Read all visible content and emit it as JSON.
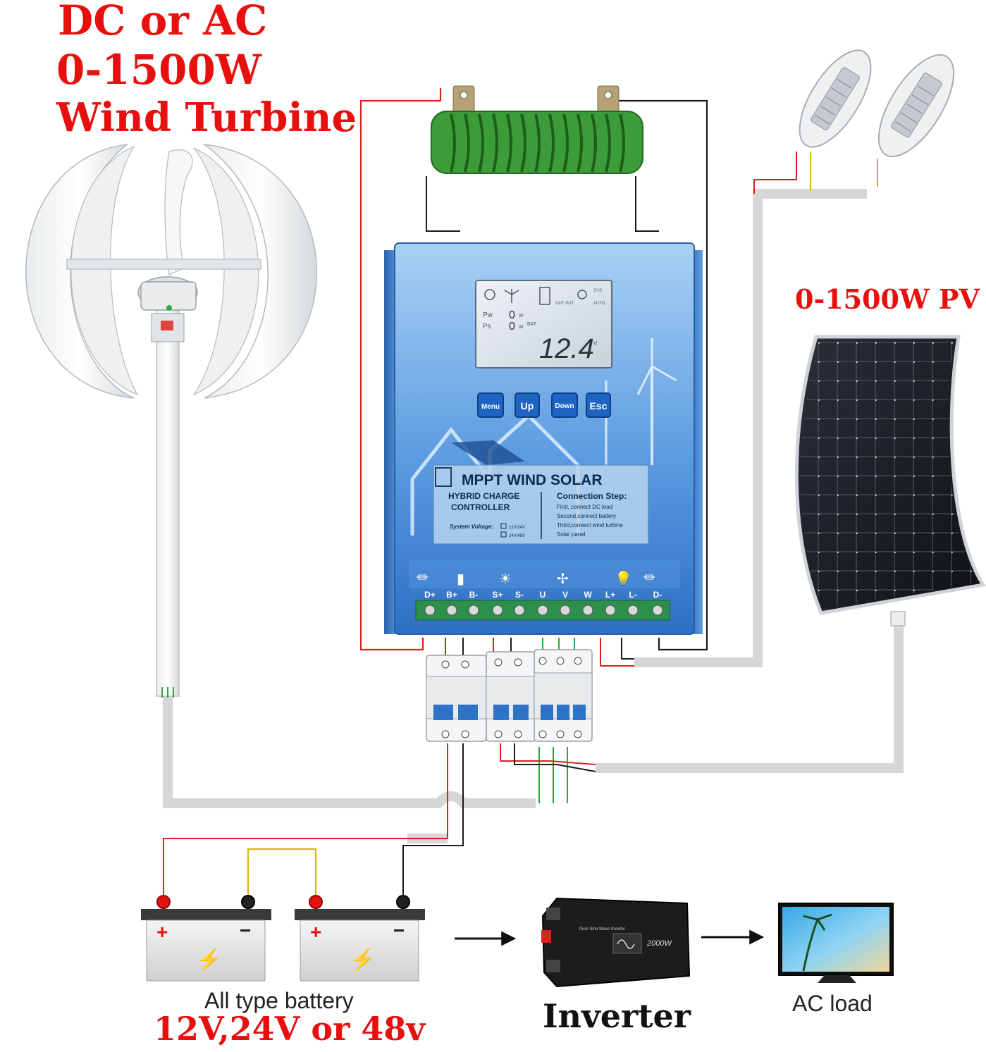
{
  "title": {
    "line1": "DC or AC",
    "line2": "0-1500W",
    "line3": "Wind Turbine"
  },
  "pv_label": "0-1500W PV",
  "controller": {
    "name": "MPPT WIND SOLAR",
    "subtitle_line1": "HYBRID CHARGE",
    "subtitle_line2": "CONTROLLER",
    "system_voltage_label": "System Voltage:",
    "voltage_option_1": "12V/24V",
    "voltage_option_2": "24V/48V",
    "connection_title": "Connection Step:",
    "steps": [
      "First, connect DC load",
      "Second,connect battery",
      "Third,connect wind turbine",
      "Solar panel"
    ],
    "lcd": {
      "pw_label": "Pw",
      "ps_label": "Ps",
      "pw_value": "0",
      "ps_value": "0",
      "unit_w": "W",
      "bat_label": "BAT",
      "output_label": "OUT PUT",
      "sys_label": "SYS",
      "auto_label": "AUTO",
      "voltage": "12.4",
      "voltage_unit": "V"
    },
    "buttons": [
      "Menu",
      "Up",
      "Down",
      "Esc"
    ],
    "terminals": [
      "D+",
      "B+",
      "B-",
      "S+",
      "S-",
      "U",
      "V",
      "W",
      "L+",
      "L-",
      "D-"
    ]
  },
  "battery": {
    "caption": "All type battery",
    "voltage": "12V,24V or 48v",
    "plus": "+",
    "minus": "−"
  },
  "inverter": {
    "label": "Inverter",
    "panel_text": "Pure Sine Wave Inverter",
    "rating": "2000W"
  },
  "ac_load": {
    "label": "AC load"
  },
  "colors": {
    "headline_red": "#e8100e",
    "wire_red": "#d7231f",
    "wire_black": "#1a1a1a",
    "wire_green": "#2aa63a",
    "wire_yellow": "#d8b21c",
    "cable_grey": "#d6d6d6",
    "controller_blue": "#4f8fd6",
    "resistor_green": "#3d9c3a"
  }
}
